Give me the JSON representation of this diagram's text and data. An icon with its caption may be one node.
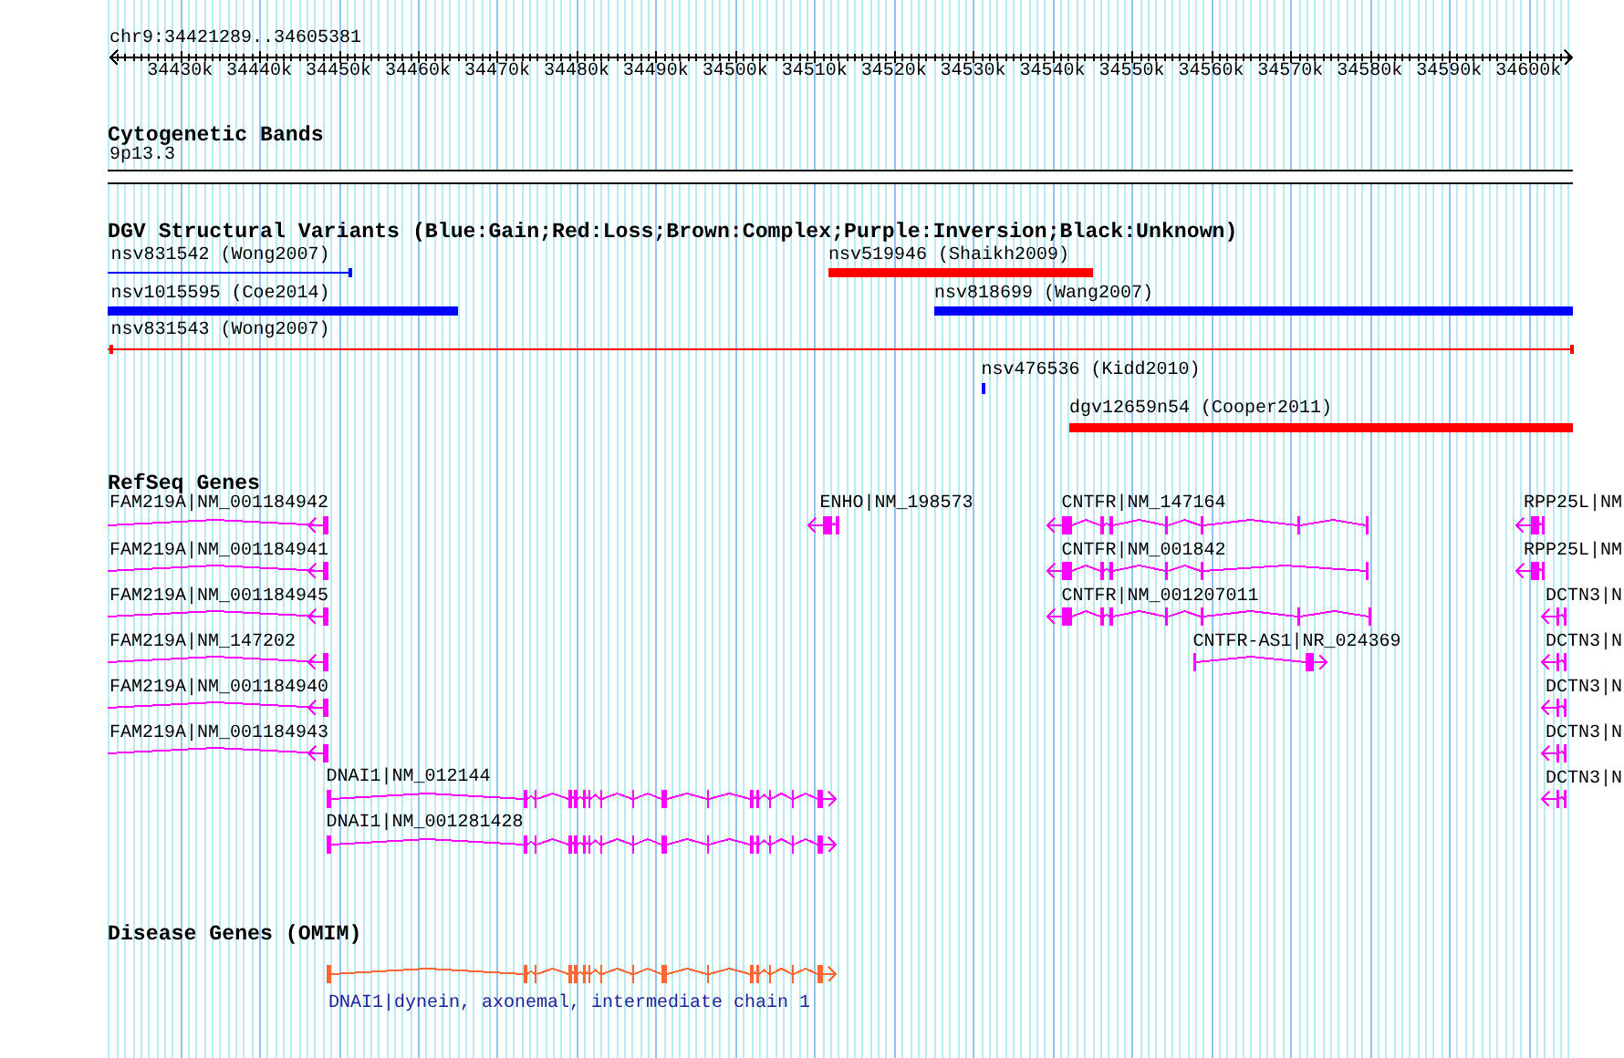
{
  "diagram": {
    "nodes": [
      {
        "text": [
          "9p13.3"
        ]
      },
      {
        "text": [
          "nsv831542 (Wong2007)"
        ]
      },
      {
        "text": [
          "nsv519946 (Shaikh2009)"
        ]
      },
      {
        "text": [
          "nsv1015595 (Coe2014)"
        ]
      },
      {
        "text": [
          "nsv818699 (Wang2007)"
        ]
      },
      {
        "text": [
          "nsv831543 (Wong2007)"
        ]
      },
      {
        "text": [
          "nsv476536 (Kidd2010)"
        ]
      },
      {
        "text": [
          "dgv12659n54 (Cooper2011)"
        ]
      },
      {
        "text": [
          "FAM219A|NM_001184942"
        ]
      },
      {
        "text": [
          "ENHO|NM_198573"
        ]
      },
      {
        "text": [
          "CNTFR|NM_147164"
        ]
      },
      {
        "text": [
          "RPP25L|NM"
        ]
      },
      {
        "text": [
          "FAM219A|NM_001184941"
        ]
      },
      {
        "text": [
          "CNTFR|NM_001842"
        ]
      },
      {
        "text": [
          "RPP25L|NM"
        ]
      },
      {
        "text": [
          "FAM219A|NM_001184945"
        ]
      },
      {
        "text": [
          "CNTFR|NM_001207011"
        ]
      },
      {
        "text": [
          "DCTN3|N"
        ]
      },
      {
        "text": [
          "FAM219A|NM_147202"
        ]
      },
      {
        "text": [
          "CNTFR-AS1|NR_024369"
        ]
      },
      {
        "text": [
          "DCTN3|N"
        ]
      },
      {
        "text": [
          "FAM219A|NM_001184940"
        ]
      },
      {
        "text": [
          "DCTN3|N"
        ]
      },
      {
        "text": [
          "FAM219A|NM_001184943"
        ]
      },
      {
        "text": [
          "DCTN3|N"
        ]
      },
      {
        "text": [
          "DNAI1|NM_012144"
        ]
      },
      {
        "text": [
          "DCTN3|N"
        ]
      },
      {
        "text": [
          "DNAI1|NM_001281428"
        ]
      },
      {
        "text": [
          "DNAI1|dynein, axonemal, intermediate chain 1"
        ]
      }
    ],
    "labels": [
      "chr9:34421289..34605381",
      "34430k",
      "34440k",
      "34450k",
      "34460k",
      "34470k",
      "34480k",
      "34490k",
      "34500k",
      "34510k",
      "34520k",
      "34530k",
      "34540k",
      "34550k",
      "34560k",
      "34570k",
      "34580k",
      "34590k",
      "34600k",
      "Cytogenetic Bands",
      "DGV Structural Variants (Blue:Gain;Red:Loss;Brown:Complex;Purple:Inversion;Black:Unknown)",
      "RefSeq Genes",
      "Disease Genes (OMIM)"
    ]
  }
}
